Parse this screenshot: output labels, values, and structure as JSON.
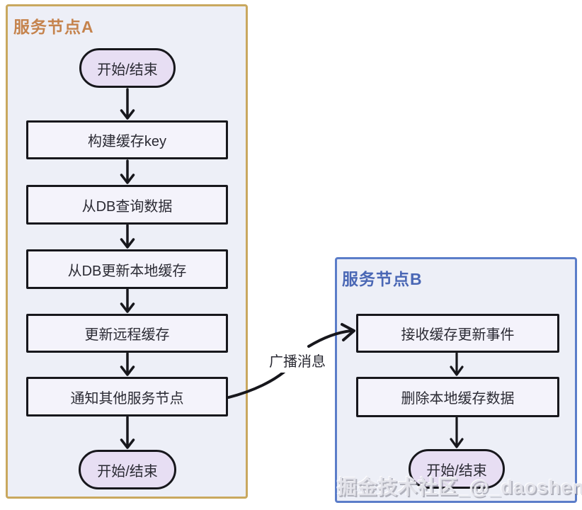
{
  "diagram": {
    "node_a": {
      "title": "服务节点A",
      "nodes": [
        {
          "type": "terminal",
          "label": "开始/结束"
        },
        {
          "type": "process",
          "label": "构建缓存key"
        },
        {
          "type": "process",
          "label": "从DB查询数据"
        },
        {
          "type": "process",
          "label": "从DB更新本地缓存"
        },
        {
          "type": "process",
          "label": "更新远程缓存"
        },
        {
          "type": "process",
          "label": "通知其他服务节点"
        },
        {
          "type": "terminal",
          "label": "开始/结束"
        }
      ]
    },
    "node_b": {
      "title": "服务节点B",
      "nodes": [
        {
          "type": "process",
          "label": "接收缓存更新事件"
        },
        {
          "type": "process",
          "label": "删除本地缓存数据"
        },
        {
          "type": "terminal",
          "label": "开始/结束"
        }
      ]
    },
    "connector": {
      "label": "广播消息"
    },
    "watermark": "掘金技术社区_@_daoshenzzg",
    "colors": {
      "container_fill": "#edeff7",
      "container_a_border": "#c9a85f",
      "container_a_title": "#c5834d",
      "container_b_border": "#5b7dc9",
      "container_b_title": "#4a67b5",
      "process_fill": "#f4f3fb",
      "terminal_fill": "#e7def3",
      "stroke": "#17171c"
    }
  }
}
